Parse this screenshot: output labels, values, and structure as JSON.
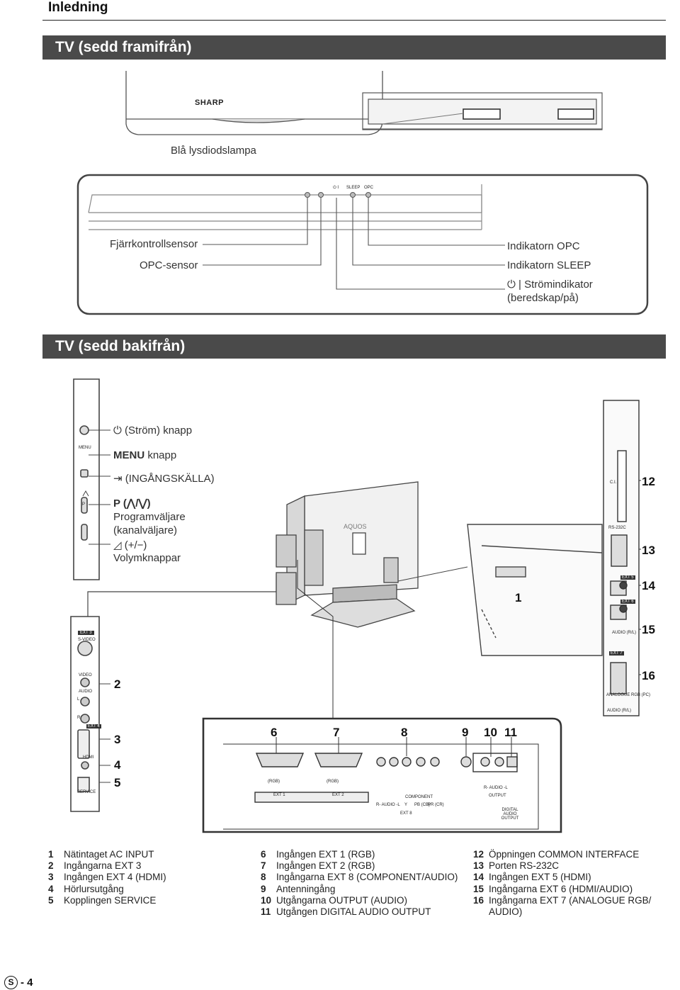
{
  "page": {
    "section_title": "Inledning",
    "footer_letter": "S",
    "footer_page": "- 4"
  },
  "front": {
    "title": "TV (sedd framifrån)",
    "brand_logo": "SHARP",
    "led_label": "Blå lysdiodslampa",
    "panel_labels": [
      "⏻ I",
      "SLEEP",
      "OPC"
    ],
    "left_labels": [
      "Fjärrkontrollsensor",
      "OPC-sensor"
    ],
    "right_labels": [
      "Indikatorn OPC",
      "Indikatorn SLEEP",
      "⏻ | Strömindikator",
      "(beredskap/på)"
    ]
  },
  "back": {
    "title": "TV (sedd bakifrån)",
    "side_buttons": {
      "power": "(Ström) knapp",
      "menu_bold": "MENU",
      "menu_rest": " knapp",
      "input": "(INGÅNGSKÄLLA)",
      "prog_line1": "P (⋀/⋁)",
      "prog_line2": "Programväljare",
      "prog_line3": "(kanalväljare)",
      "vol_line1": "◿ (+/−)",
      "vol_line2": "Volymknappar"
    },
    "side_panel_labels": [
      "MENU",
      "P",
      "EXT 3",
      "S-VIDEO",
      "VIDEO",
      "AUDIO",
      "L",
      "R",
      "EXT 4",
      "HDMI",
      "SERVICE"
    ],
    "tv_logo": "AQUOS",
    "right_panel_labels": [
      "C.I.",
      "RS-232C",
      "EXT 5",
      "EXT 6",
      "AUDIO (R/L)",
      "EXT 7",
      "ANALOGUE RGB (PC)",
      "AUDIO (R/L)"
    ],
    "bottom_panel_labels": [
      "(RGB)",
      "(RGB)",
      "EXT 1",
      "EXT 2",
      "COMPONENT",
      "R- AUDIO -L",
      "Y",
      "PB (CB)",
      "PR (CR)",
      "EXT 8",
      "R- AUDIO -L",
      "OUTPUT",
      "DIGITAL AUDIO OUTPUT"
    ],
    "callouts": [
      "1",
      "2",
      "3",
      "4",
      "5",
      "6",
      "7",
      "8",
      "9",
      "10",
      "11",
      "12",
      "13",
      "14",
      "15",
      "16"
    ]
  },
  "legend": {
    "col1": [
      {
        "n": "1",
        "t": "Nätintaget AC INPUT"
      },
      {
        "n": "2",
        "t": "Ingångarna EXT 3"
      },
      {
        "n": "3",
        "t": "Ingången EXT 4 (HDMI)"
      },
      {
        "n": "4",
        "t": "Hörlursutgång"
      },
      {
        "n": "5",
        "t": "Kopplingen SERVICE"
      }
    ],
    "col2": [
      {
        "n": "6",
        "t": "Ingången EXT 1 (RGB)"
      },
      {
        "n": "7",
        "t": "Ingången EXT 2 (RGB)"
      },
      {
        "n": "8",
        "t": "Ingångarna EXT 8 (COMPONENT/AUDIO)"
      },
      {
        "n": "9",
        "t": "Antenningång"
      },
      {
        "n": "10",
        "t": "Utgångarna OUTPUT (AUDIO)"
      },
      {
        "n": "11",
        "t": "Utgången DIGITAL AUDIO OUTPUT"
      }
    ],
    "col3": [
      {
        "n": "12",
        "t": "Öppningen COMMON INTERFACE"
      },
      {
        "n": "13",
        "t": "Porten RS-232C"
      },
      {
        "n": "14",
        "t": "Ingången EXT 5 (HDMI)"
      },
      {
        "n": "15",
        "t": "Ingångarna EXT 6 (HDMI/AUDIO)"
      },
      {
        "n": "16",
        "t": "Ingångarna EXT 7 (ANALOGUE RGB/\nAUDIO)"
      }
    ]
  }
}
